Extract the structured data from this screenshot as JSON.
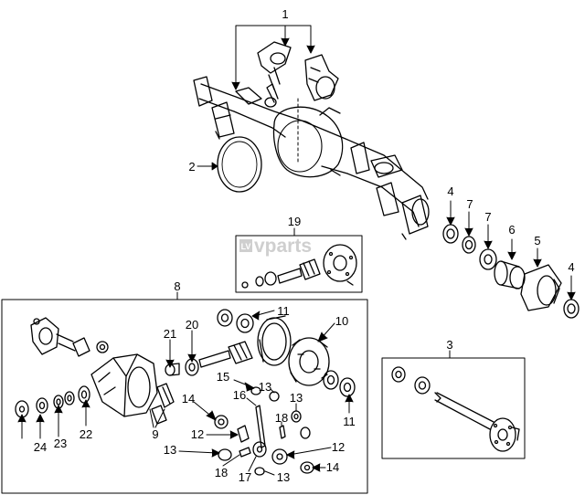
{
  "watermark": {
    "text": "vparts",
    "logo_mark": "LV"
  },
  "callouts": {
    "c1": "1",
    "c2": "2",
    "c3": "3",
    "c4a": "4",
    "c4b": "4",
    "c5": "5",
    "c6": "6",
    "c7a": "7",
    "c7b": "7",
    "c8": "8",
    "c9": "9",
    "c10": "10",
    "c11a": "11",
    "c11b": "11",
    "c12a": "12",
    "c12b": "12",
    "c13a": "13",
    "c13b": "13",
    "c13c": "13",
    "c13d": "13",
    "c14a": "14",
    "c14b": "14",
    "c15": "15",
    "c16": "16",
    "c17": "17",
    "c18a": "18",
    "c18b": "18",
    "c19": "19",
    "c20": "20",
    "c21": "21",
    "c22": "22",
    "c23": "23",
    "c24": "24"
  },
  "colors": {
    "line": "#000000",
    "background": "#ffffff",
    "watermark": "#cfcfcf"
  }
}
